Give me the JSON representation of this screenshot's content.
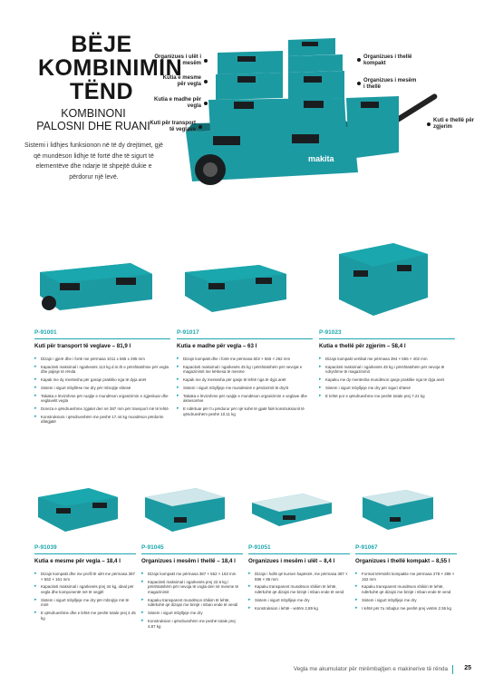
{
  "hero": {
    "title_lines": [
      "BËJE",
      "KOMBINIMIN",
      "TËND"
    ],
    "subtitle_lines": [
      "KOMBINONI",
      "PALOSNI DHE RUANI"
    ],
    "description": "Sistemi i lidhjes funksionon në të dy drejtimet, gjë që mundëson lidhje të fortë dhe të sigurt të elementëve dhe ndarje të shpejtë dukie e përdorur një levë.",
    "callouts": {
      "small_case": "Organizues i ulët i mesëm",
      "medium_case": "Kutia e mesme për vegla",
      "large_case": "Kutia e madhe për vegla",
      "transport_case": "Kuti për transport të veglave",
      "thin_compact": "Organizues i thellë kompakt",
      "thin_medium": "Organizues i mesëm i thellë",
      "tall_case": "Kuti e thellë për zgjerim"
    }
  },
  "top_products": [
    {
      "code": "P-91001",
      "title": "Kuti për transport të veglave – 81,9 l",
      "features": [
        "Dizajn i gjerë dhe i fortë me përmasa 1011 x 565 x 295 mm",
        "Kapaciteti maksimal i ngarkesës 113 kg d.m.th e përshtatshme për vegla dhe pajisje të rënda",
        "Kapak me dy mentesha për garaje praktiko nga të dyja anët",
        "Sistem i sigurt mbyllëse me dry për mbrojtje shtesë",
        "Tabaka e lëvizshme për ruajtje e mundëson organizimin e zgjeskuar dhe veglavelit vegla",
        "Doreza e qëndrueshme zgjatet deri në 387 mm për transport më të lehtë",
        "Konstruksioni i qëndrueshëm me peshë 17.44 kg mundëson përdorim afatgjatë"
      ]
    },
    {
      "code": "P-91017",
      "title": "Kutia e madhe për vegla – 63 l",
      "features": [
        "Dizajn kompakt dhe i fortë me përmasa 602 × 565 × 252 mm",
        "Kapaciteti maksimal i ngarkesës 45 kg i përshtatshëm për nevojat e magazinimit me kërkesa të mesme",
        "Kapak me dy mentesha për qasje të lehtë nga të dyja anët",
        "Sistem i sigurt mbylljeje me mundësinë e përdorimit të dryrit",
        "Tabaka e lëvizshme për ruajtje e mundëson organizimin e veglave dhe aksesorëve",
        "E ndërtuar për t'u përdorur për një kohë të gjatë falë konstruksionit të qëndrueshëm peshë 10.11 kg"
      ]
    },
    {
      "code": "P-91023",
      "title": "Kutia e thellë për zgjerim – 58,4 l",
      "features": [
        "Dizajn kompakt vertikal me përmasa 394 × 565 × 402 mm",
        "Kapaciteti maksimal i ngarkesës 45 kg i përshtatshëm për nevoja të ndryshme të magazinimit",
        "Kapaku me dy mentesha mundëson qasje praktike nga të dyja anët",
        "Sistem i sigurt mbylljeje me dry për siguri shtesë",
        "E lehtë por e qëndrueshme me peshë totale prej 7.21 kg"
      ]
    }
  ],
  "bottom_products": [
    {
      "code": "P-91039",
      "title": "Kutia e mesme për vegla – 18,4 l",
      "features": [
        "Dizajn kompakt dhe me profil të ulët me përmasa 387 × 562 × 161 mm",
        "Kapaciteti maksimal i ngarkesës prej 34 kg, ideal për vegla dhe komponentë më të vegjël",
        "Sistem i sigurt mbylljeje me dry për mbrojtje më të mirë",
        "E qëndrueshme dhe e lehtë me peshë totale prej 4.45 kg"
      ]
    },
    {
      "code": "P-91045",
      "title": "Organizues i mesëm i thellë – 18,4 l",
      "features": [
        "Dizajn kompakt me përmasa 387 × 562 × 163 mm",
        "Kapaciteti maksimal i ngarkesës prej 22.6 kg i përshtatshëm për nevoja të vogla deri në mesme të magazinimit",
        "Kapaku transparent mundëson shikim të lehtë, ndërkohë që dizajni me brinjë i mban ende të vendi",
        "Sistem i sigurt mbylljeje me dry",
        "Konstruksion i qëndrueshëm me peshë totale prej 4.87 kg"
      ]
    },
    {
      "code": "P-91051",
      "title": "Organizues i mesëm i ulët – 8,4 l",
      "features": [
        "Dizajn i hollë që kursen hapësirë, me përmasa 387 × 596 × 85 mm",
        "Kapaku transparent mundëson shikim të lehtë, ndërkohë që dizajni me brinjë i mban ende të vend",
        "Sistem i sigurt mbylljeje me dry",
        "Konstruksion i lehtë - vetëm 2,89 kg"
      ]
    },
    {
      "code": "P-91067",
      "title": "Organizues i thellë kompakt – 8,55 l",
      "features": [
        "Format tërësisht kompakte me përmasa 278 × 389 × 162 mm",
        "Kapaku transparent mundëson shikim të lehtë, ndërkohë që dizajni me brinjë i mban ende të vend",
        "Sistem i sigurt mbylljeje me dry",
        "I lehtë për t'u mbajtur me peshë prej vetëm 2.55 kg"
      ]
    }
  ],
  "footer": {
    "text": "Vegla me akumulator për mirëmbajtjen e makinerive të rënda",
    "page": "25"
  },
  "colors": {
    "accent": "#1aa7ad",
    "case_body": "#1c9aa2",
    "case_dark": "#16181a"
  }
}
